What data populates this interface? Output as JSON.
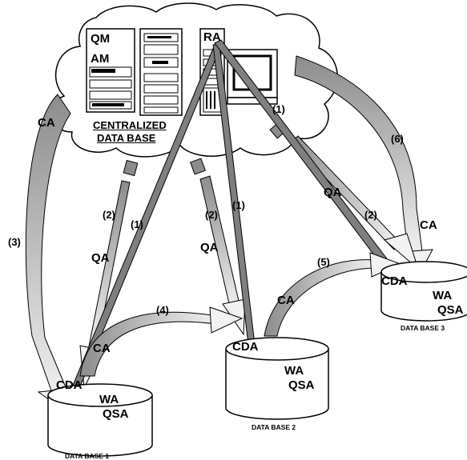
{
  "server": {
    "labels": [
      "QM",
      "AM",
      "RA"
    ],
    "caption_line1": "CENTRALIZED",
    "caption_line2": "DATA BASE"
  },
  "databases": [
    {
      "caption": "DATA BASE 1",
      "agent": "CDA",
      "wa": "WA",
      "qsa": "QSA"
    },
    {
      "caption": "DATA BASE 2",
      "agent": "CDA",
      "wa": "WA",
      "qsa": "QSA"
    },
    {
      "caption": "DATA BASE 3",
      "agent": "CDA",
      "wa": "WA",
      "qsa": "QSA"
    }
  ],
  "agents": {
    "ca": "CA",
    "qa": "QA"
  },
  "steps": {
    "s1": "(1)",
    "s2": "(2)",
    "s3": "(3)",
    "s4": "(4)",
    "s5": "(5)",
    "s6": "(6)"
  },
  "colors": {
    "arrow_fill_light": "#f2f2f2",
    "arrow_fill_dark": "#8c8c8c",
    "line": "#000000",
    "beam": "#7f7f7f"
  }
}
